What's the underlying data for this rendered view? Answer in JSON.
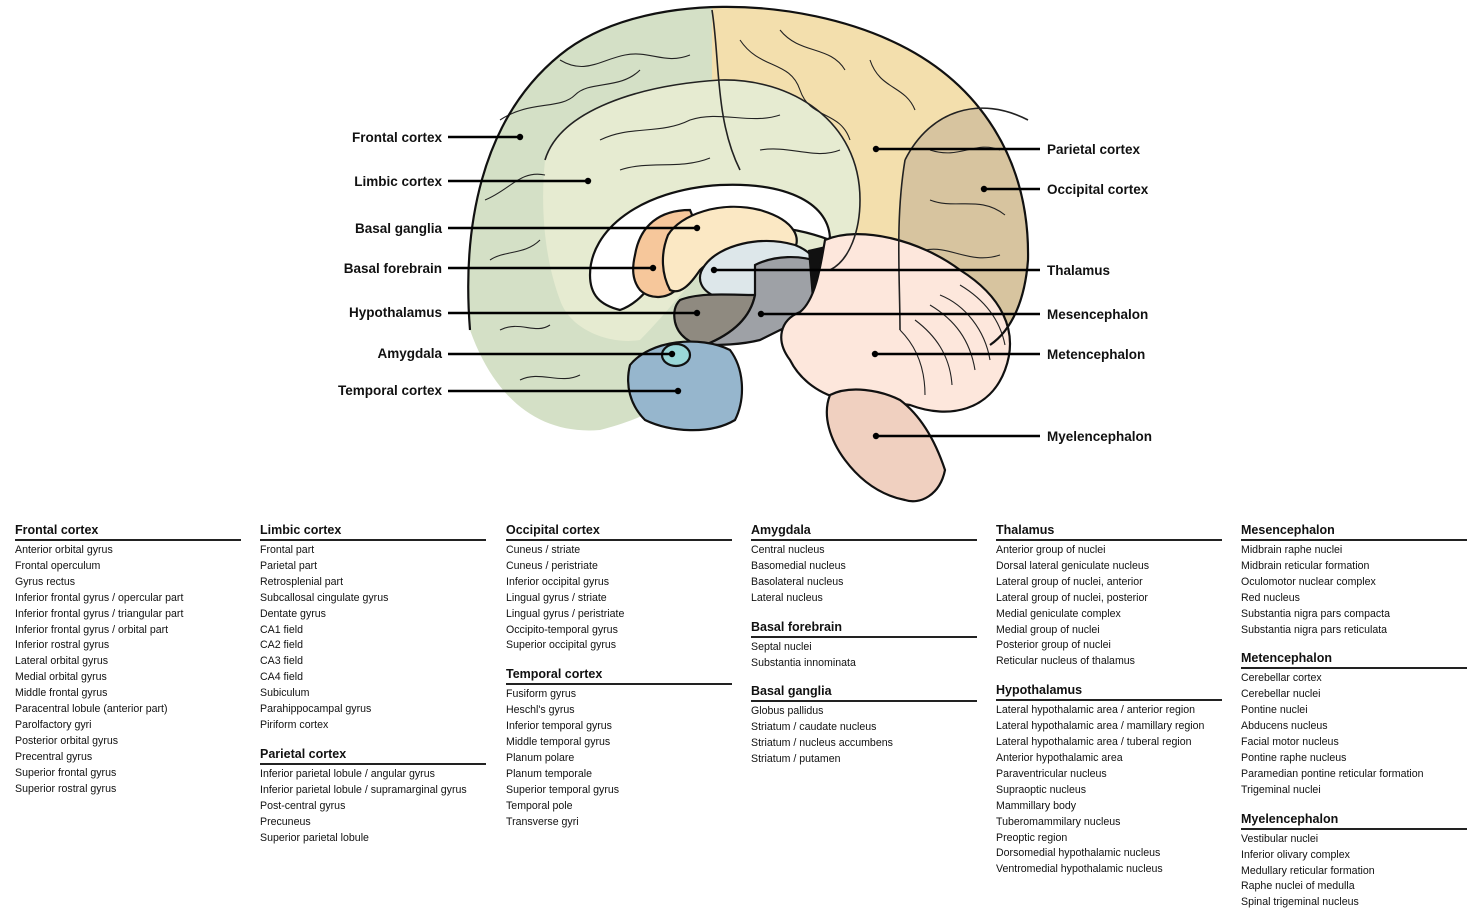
{
  "diagram": {
    "left_labels": {
      "frontal_cortex": "Frontal cortex",
      "limbic_cortex": "Limbic cortex",
      "basal_ganglia": "Basal ganglia",
      "basal_forebrain": "Basal forebrain",
      "hypothalamus": "Hypothalamus",
      "amygdala": "Amygdala",
      "temporal_cortex": "Temporal cortex"
    },
    "right_labels": {
      "parietal_cortex": "Parietal cortex",
      "occipital_cortex": "Occipital cortex",
      "thalamus": "Thalamus",
      "mesencephalon": "Mesencephalon",
      "metencephalon": "Metencephalon",
      "myelencephalon": "Myelencephalon"
    },
    "colors": {
      "frontal": "#d4e0c6",
      "limbic": "#e6ebd1",
      "parietal": "#f3dfad",
      "occipital": "#d7c49f",
      "basal_forebrain": "#f6c79b",
      "basal_ganglia": "#fbe8c4",
      "thalamus": "#dde7ea",
      "hypothalamus": "#8f8a80",
      "mesencephalon": "#9ea1a6",
      "amygdala": "#9ad7d8",
      "temporal": "#96b6cd",
      "metencephalon": "#fde7dc",
      "myelencephalon": "#f0d0c0",
      "ventricle": "#ffffff"
    }
  },
  "legend": {
    "columns": [
      {
        "groups": [
          {
            "title": "Frontal cortex",
            "items": [
              "Anterior orbital gyrus",
              "Frontal operculum",
              "Gyrus rectus",
              "Inferior frontal gyrus / opercular part",
              "Inferior frontal gyrus / triangular part",
              "Inferior frontal gyrus / orbital part",
              "Inferior rostral gyrus",
              "Lateral orbital gyrus",
              "Medial orbital gyrus",
              "Middle frontal gyrus",
              "Paracentral lobule (anterior part)",
              "Parolfactory gyri",
              "Posterior orbital gyrus",
              "Precentral gyrus",
              "Superior frontal gyrus",
              "Superior rostral gyrus"
            ]
          }
        ]
      },
      {
        "groups": [
          {
            "title": "Limbic cortex",
            "items": [
              "Frontal part",
              "Parietal part",
              "Retrosplenial part",
              "Subcallosal cingulate gyrus",
              "Dentate gyrus",
              "CA1 field",
              "CA2 field",
              "CA3 field",
              "CA4 field",
              "Subiculum",
              "Parahippocampal gyrus",
              "Piriform cortex"
            ]
          },
          {
            "title": "Parietal cortex",
            "items": [
              "Inferior parietal lobule / angular gyrus",
              "Inferior parietal lobule / supramarginal gyrus",
              "Post-central gyrus",
              "Precuneus",
              "Superior parietal lobule"
            ]
          }
        ]
      },
      {
        "groups": [
          {
            "title": "Occipital cortex",
            "items": [
              "Cuneus / striate",
              "Cuneus / peristriate",
              "Inferior occipital gyrus",
              "Lingual gyrus / striate",
              "Lingual gyrus / peristriate",
              "Occipito-temporal gyrus",
              "Superior occipital gyrus"
            ]
          },
          {
            "title": "Temporal cortex",
            "items": [
              "Fusiform gyrus",
              "Heschl's gyrus",
              "Inferior temporal gyrus",
              "Middle temporal gyrus",
              "Planum polare",
              "Planum temporale",
              "Superior temporal gyrus",
              "Temporal pole",
              "Transverse gyri"
            ]
          }
        ]
      },
      {
        "groups": [
          {
            "title": "Amygdala",
            "items": [
              "Central nucleus",
              "Basomedial nucleus",
              "Basolateral nucleus",
              "Lateral nucleus"
            ]
          },
          {
            "title": "Basal forebrain",
            "items": [
              "Septal nuclei",
              "Substantia innominata"
            ]
          },
          {
            "title": "Basal ganglia",
            "items": [
              "Globus pallidus",
              "Striatum / caudate nucleus",
              "Striatum / nucleus accumbens",
              "Striatum / putamen"
            ]
          }
        ]
      },
      {
        "groups": [
          {
            "title": "Thalamus",
            "items": [
              "Anterior group of nuclei",
              "Dorsal lateral geniculate nucleus",
              "Lateral group of nuclei, anterior",
              "Lateral group of nuclei, posterior",
              "Medial geniculate complex",
              "Medial group of nuclei",
              "Posterior group of nuclei",
              "Reticular nucleus of thalamus"
            ]
          },
          {
            "title": "Hypothalamus",
            "items": [
              "Lateral hypothalamic area / anterior region",
              "Lateral hypothalamic area / mamillary region",
              "Lateral hypothalamic area / tuberal region",
              "Anterior hypothalamic area",
              "Paraventricular nucleus",
              "Supraoptic nucleus",
              "Mammillary body",
              "Tuberomammilary nucleus",
              "Preoptic region",
              "Dorsomedial hypothalamic nucleus",
              "Ventromedial hypothalamic nucleus"
            ]
          }
        ]
      },
      {
        "groups": [
          {
            "title": "Mesencephalon",
            "items": [
              "Midbrain raphe nuclei",
              "Midbrain reticular formation",
              "Oculomotor nuclear complex",
              "Red nucleus",
              "Substantia nigra pars compacta",
              "Substantia nigra pars reticulata"
            ]
          },
          {
            "title": "Metencephalon",
            "items": [
              "Cerebellar cortex",
              "Cerebellar nuclei",
              "Pontine nuclei",
              "Abducens nucleus",
              "Facial motor nucleus",
              "Pontine raphe nucleus",
              "Paramedian pontine reticular formation",
              "Trigeminal nuclei"
            ]
          },
          {
            "title": "Myelencephalon",
            "items": [
              "Vestibular nuclei",
              "Inferior olivary complex",
              "Medullary reticular formation",
              "Raphe nuclei of medulla",
              "Spinal trigeminal nucleus"
            ]
          }
        ]
      }
    ]
  }
}
